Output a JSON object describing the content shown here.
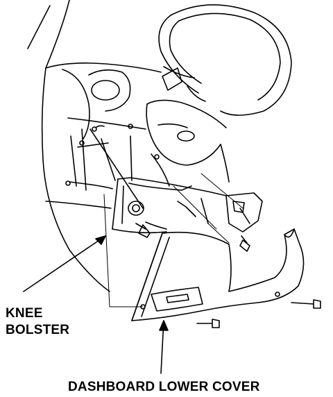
{
  "labels": {
    "knee_bolster_line1": "KNEE",
    "knee_bolster_line2": "BOLSTER",
    "dashboard_lower_cover": "DASHBOARD LOWER COVER"
  },
  "colors": {
    "ink": "#000000",
    "paper": "#ffffff"
  }
}
